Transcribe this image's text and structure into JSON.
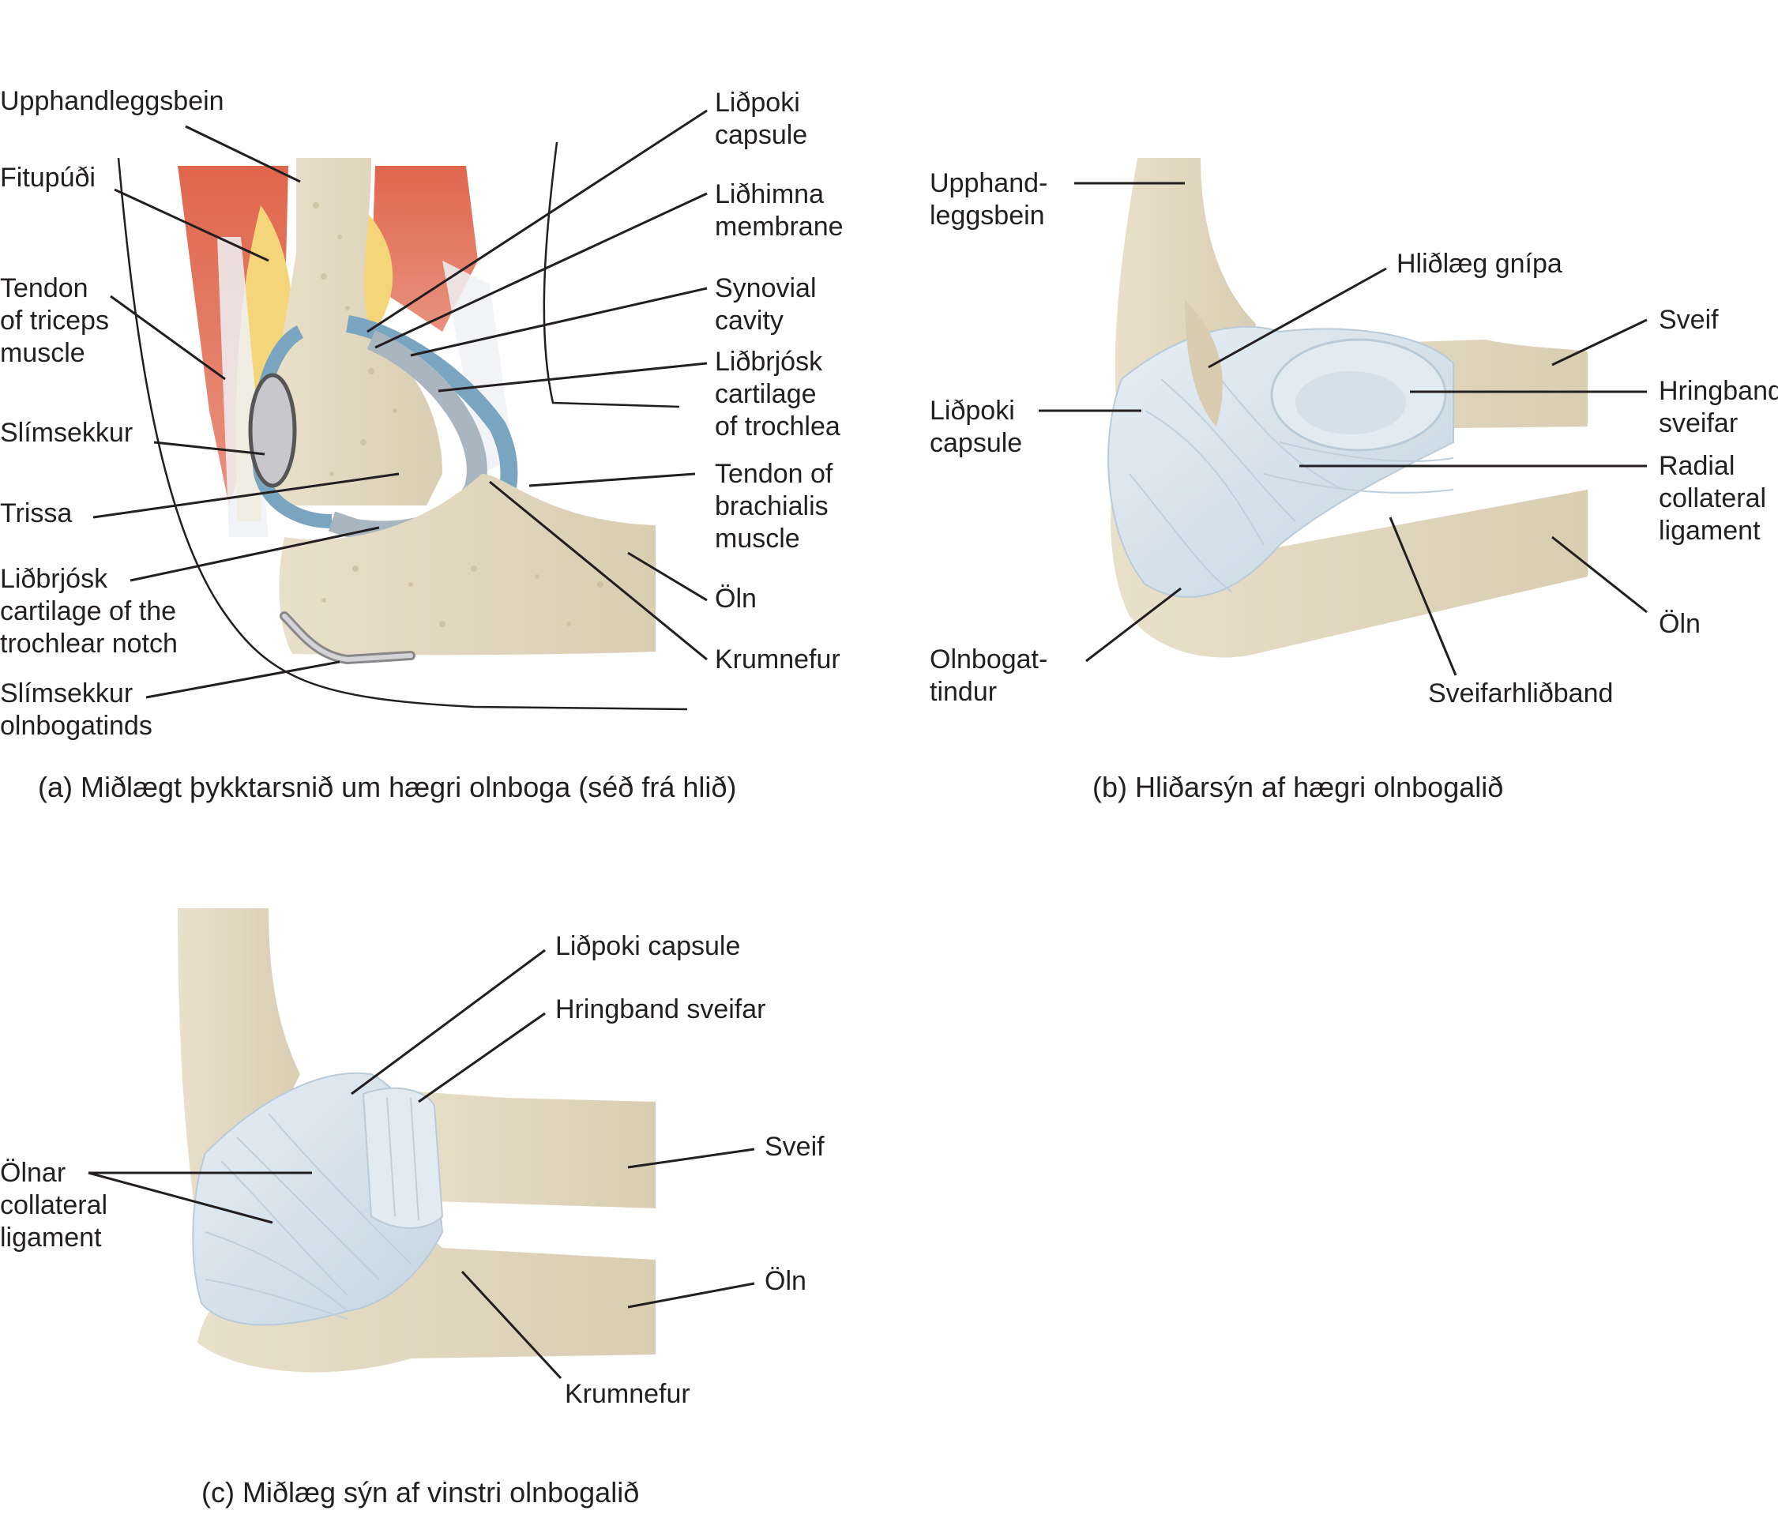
{
  "panel_a": {
    "caption": "(a) Miðlægt þykktarsnið um hægri olnboga (séð frá hlið)",
    "labels": {
      "humerus": "Upphandleggsbein",
      "fat_pad": "Fitupúði",
      "triceps_tendon": "Tendon\nof triceps\nmuscle",
      "bursa": "Slímsekkur",
      "trochlea": "Trissa",
      "trochlear_notch_cartilage": "Liðbrjósk\ncartilage of the\ntrochlear notch",
      "olecranon_bursa": "Slímsekkur\nolnbogatinds",
      "capsule": "Liðpoki\ncapsule",
      "synovial_membrane": "Liðhimna\nmembrane",
      "synovial_cavity": "Synovial\ncavity",
      "trochlea_cartilage": "Liðbrjósk\ncartilage\nof trochlea",
      "brachialis_tendon": "Tendon of\nbrachialis\nmuscle",
      "ulna": "Öln",
      "coronoid": "Krumnefur"
    }
  },
  "panel_b": {
    "caption": "(b) Hliðarsýn af hægri olnbogalið",
    "labels": {
      "humerus": "Upphand-\nleggsbein",
      "lateral_epicondyle": "Hliðlæg gnípa",
      "radius": "Sveif",
      "annular_ligament": "Hringband\nsveifar",
      "capsule": "Liðpoki\ncapsule",
      "radial_collateral": "Radial\ncollateral\nligament",
      "ulna": "Öln",
      "olecranon": "Olnbogat-\ntindur",
      "radial_ligament": "Sveifarhliðband"
    }
  },
  "panel_c": {
    "caption": "(c) Miðlæg sýn af vinstri olnbogalið",
    "labels": {
      "capsule": "Liðpoki capsule",
      "annular_ligament": "Hringband sveifar",
      "ulnar_collateral": "Ölnar\ncollateral\nligament",
      "radius": "Sveif",
      "ulna": "Öln",
      "coronoid": "Krumnefur"
    }
  },
  "colors": {
    "bone": "#e6dcc6",
    "bone_dark": "#d6c9ad",
    "muscle": "#e2715a",
    "fat": "#f7d77e",
    "cartilage": "#8fb3c9",
    "ligament": "#dbe6ee",
    "leader": "#231f20"
  }
}
